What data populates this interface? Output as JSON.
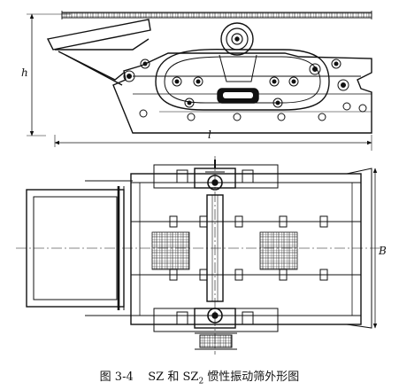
{
  "figure": {
    "caption_number": "图 3-4",
    "caption_text_prefix": "SZ 和 SZ",
    "caption_subscript": "2",
    "caption_text_suffix": " 惯性振动筛外形图"
  },
  "dimensions": {
    "height_label": "h",
    "length_label": "l",
    "width_label": "B"
  }
}
